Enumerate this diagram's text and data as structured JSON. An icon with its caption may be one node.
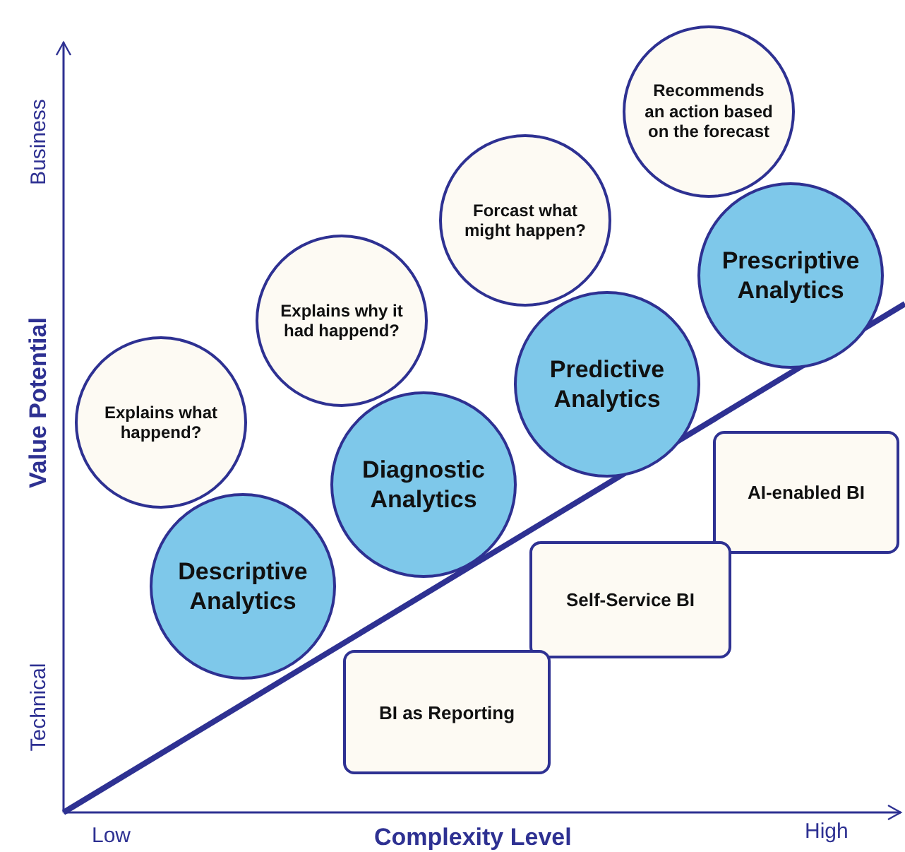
{
  "diagram": {
    "nodes": [
      {
        "text": [
          "Recommends an action based on the forecast"
        ]
      },
      {
        "text": [
          "Prescriptive Analytics"
        ]
      },
      {
        "text": [
          "Forcast what might happen?"
        ]
      },
      {
        "text": [
          "Predictive Analytics"
        ]
      },
      {
        "text": [
          "Explains why it had happend?"
        ]
      },
      {
        "text": [
          "Diagnostic Analytics"
        ]
      },
      {
        "text": [
          "Explains what happend?"
        ]
      },
      {
        "text": [
          "Descriptive Analytics"
        ]
      },
      {
        "text": [
          "AI-enabled BI"
        ]
      },
      {
        "text": [
          "Self-Service BI"
        ]
      },
      {
        "text": [
          "BI as Reporting"
        ]
      }
    ],
    "labels": [
      "Business",
      "Value Potential",
      "Technical",
      "Low",
      "Complexity Level",
      "High"
    ]
  }
}
